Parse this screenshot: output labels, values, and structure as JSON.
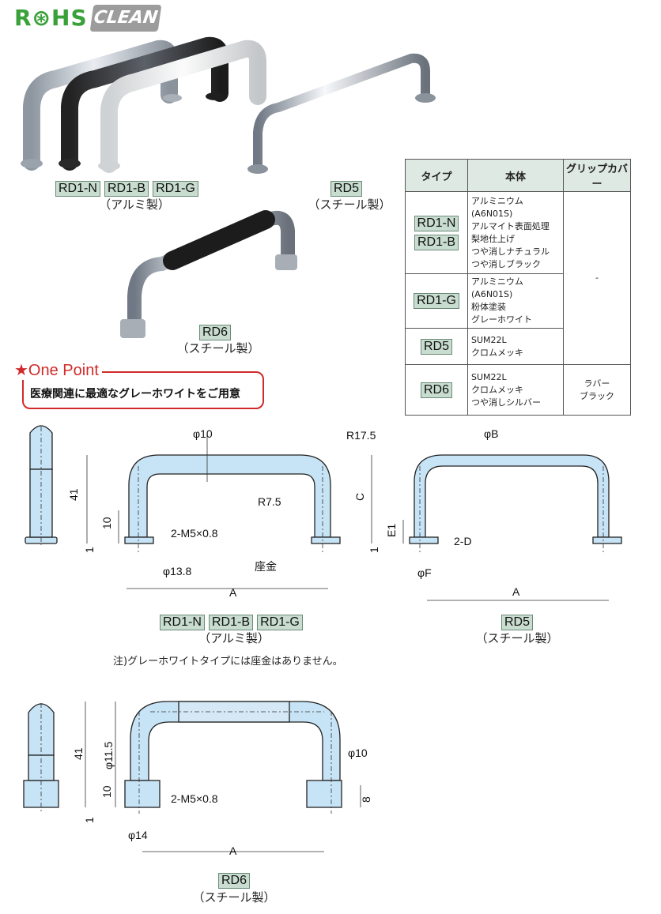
{
  "logo": {
    "rohs": "R⊛HS",
    "clean": "CLEAN"
  },
  "photo_labels": {
    "rd1_tags": [
      "RD1-N",
      "RD1-B",
      "RD1-G"
    ],
    "rd1_material": "（アルミ製）",
    "rd5_tag": "RD5",
    "rd5_material": "（スチール製）",
    "rd6_tag": "RD6",
    "rd6_material": "（スチール製）"
  },
  "table": {
    "headers": [
      "タイプ",
      "本体",
      "グリップカバー"
    ],
    "rows": [
      {
        "types": [
          "RD1-N",
          "RD1-B"
        ],
        "body": [
          "アルミニウム(A6N01S)",
          "アルマイト表面処理",
          "梨地仕上げ",
          "つや消しナチュラル",
          "つや消しブラック"
        ]
      },
      {
        "types": [
          "RD1-G"
        ],
        "body": [
          "アルミニウム(A6N01S)",
          "粉体塗装",
          "グレーホワイト"
        ]
      },
      {
        "types": [
          "RD5"
        ],
        "body": [
          "SUM22L",
          "クロムメッキ"
        ]
      },
      {
        "types": [
          "RD6"
        ],
        "body": [
          "SUM22L",
          "クロムメッキ",
          "つや消しシルバー"
        ],
        "grip": [
          "ラバー",
          "ブラック"
        ]
      }
    ],
    "grip_dash": "-"
  },
  "one_point": {
    "title": "★One Point",
    "text": "医療関連に最適なグレーホワイトをご用意"
  },
  "drawing1": {
    "phi10": "φ10",
    "r175": "R17.5",
    "r75": "R7.5",
    "h41": "41",
    "h10": "10",
    "h1": "1",
    "thread": "2-M5×0.8",
    "phi138": "φ13.8",
    "washer": "座金",
    "a": "A",
    "tags": [
      "RD1-N",
      "RD1-B",
      "RD1-G"
    ],
    "material": "（アルミ製）"
  },
  "drawing2": {
    "phiB": "φB",
    "c": "C",
    "e1": "E1",
    "h1": "1",
    "thread": "2-D",
    "phiF": "φF",
    "a": "A",
    "tag": "RD5",
    "material": "（スチール製）"
  },
  "note": "注)グレーホワイトタイプには座金はありません。",
  "drawing3": {
    "h41": "41",
    "phi115": "φ11.5",
    "h10": "10",
    "h1": "1",
    "thread": "2-M5×0.8",
    "phi14": "φ14",
    "phi10": "φ10",
    "h8": "8",
    "a": "A",
    "tag": "RD6",
    "material": "（スチール製）"
  }
}
